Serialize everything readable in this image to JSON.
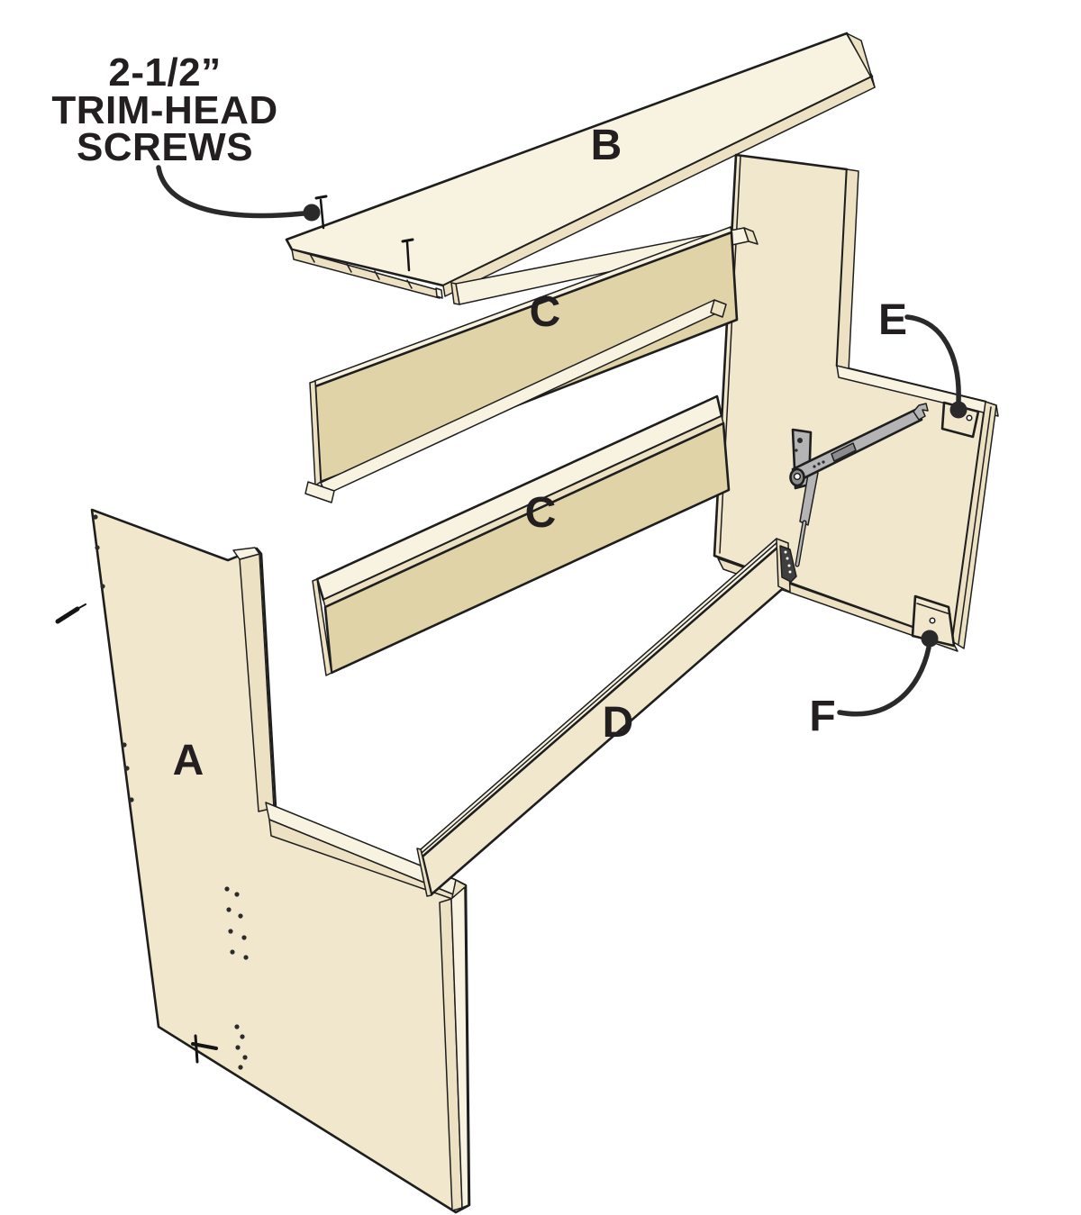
{
  "diagram": {
    "type": "exploded-assembly-diagram",
    "annotation": {
      "line1": "2-1/2”",
      "line2": "TRIM-HEAD",
      "line3": "SCREWS"
    },
    "labels": {
      "a": "A",
      "b": "B",
      "c_upper": "C",
      "c_lower": "C",
      "d": "D",
      "e": "E",
      "f": "F"
    },
    "colors": {
      "background": "#FFFFFF",
      "outline": "#1E1E1E",
      "face": "#F0E7CC",
      "face_light": "#F8F3E1",
      "face_dark": "#E0D3A8",
      "edge": "#ECE1C2",
      "metal": "#B4B4B4",
      "metal_dark": "#8C8C8C",
      "bracket": "#3F3F3F",
      "label": "#231F20",
      "leader": "#2A2A2A"
    }
  }
}
